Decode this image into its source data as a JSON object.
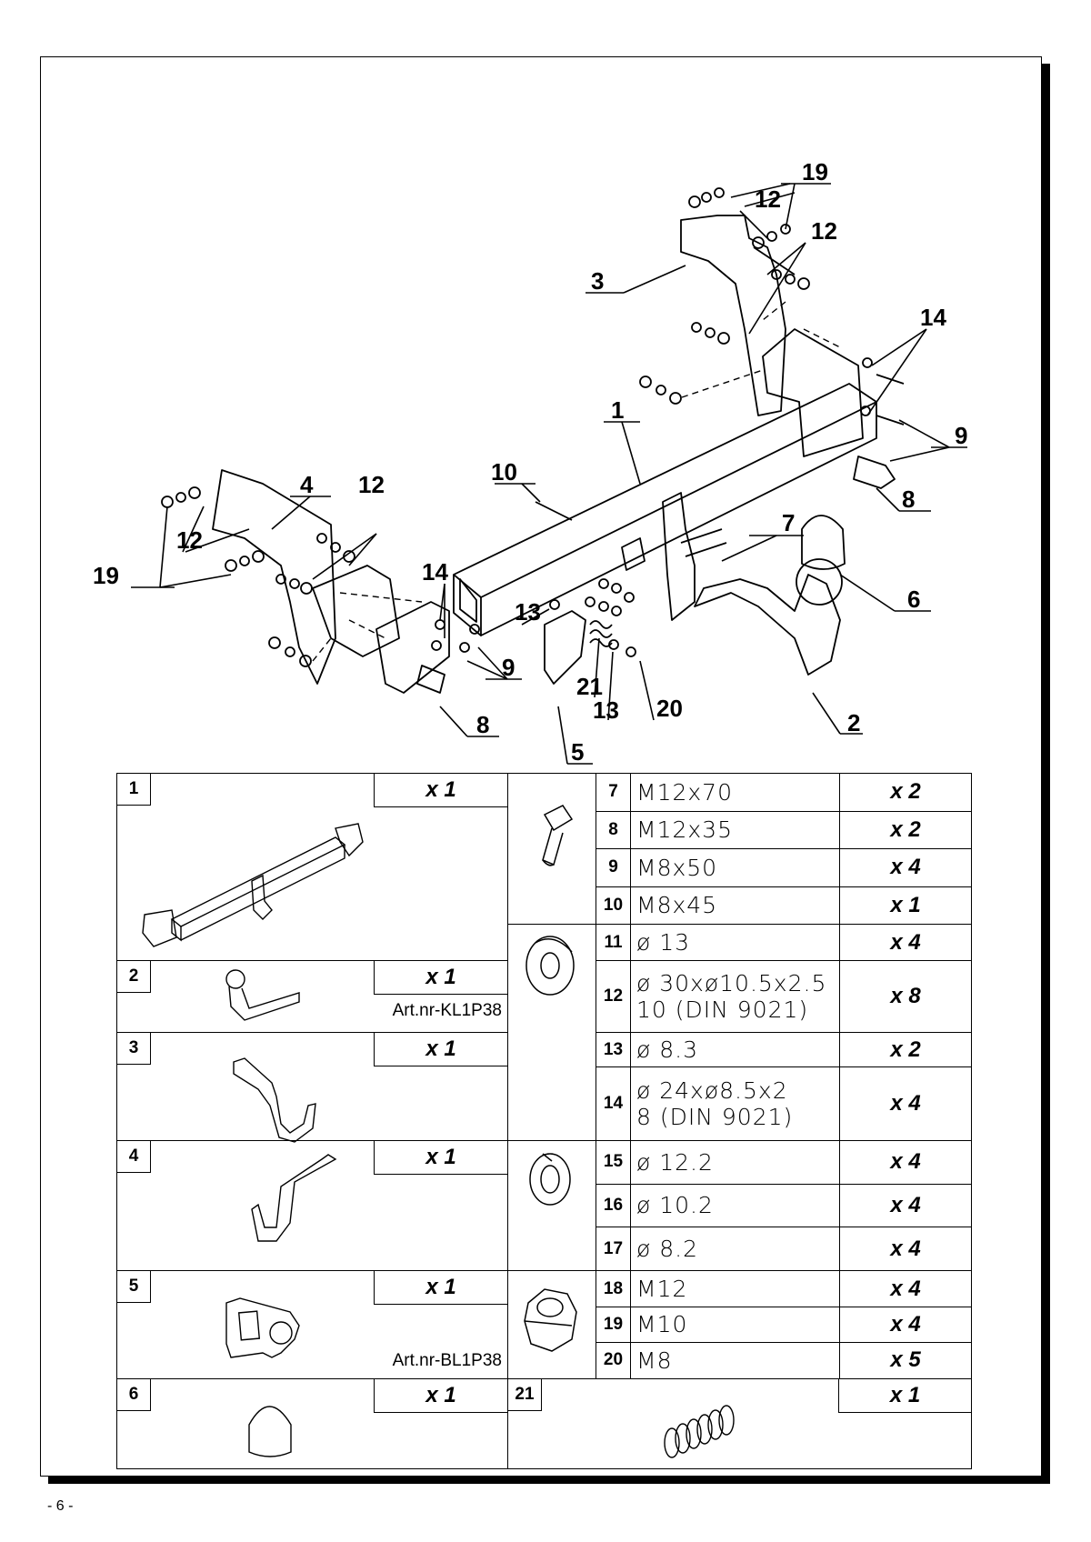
{
  "page_number": "- 6 -",
  "callouts": {
    "c1": "1",
    "c2": "2",
    "c3": "3",
    "c4": "4",
    "c5": "5",
    "c6": "6",
    "c7": "7",
    "c8a": "8",
    "c8b": "8",
    "c9a": "9",
    "c9b": "9",
    "c10": "10",
    "c12a": "12",
    "c12b": "12",
    "c12c": "12",
    "c12d": "12",
    "c13a": "13",
    "c13b": "13",
    "c14a": "14",
    "c14b": "14",
    "c19a": "19",
    "c19b": "19",
    "c20": "20",
    "c21": "21"
  },
  "parts_left": [
    {
      "num": "1",
      "qty": "x 1",
      "art": ""
    },
    {
      "num": "2",
      "qty": "x 1",
      "art": "Art.nr-KL1P38"
    },
    {
      "num": "3",
      "qty": "x 1",
      "art": ""
    },
    {
      "num": "4",
      "qty": "x 1",
      "art": ""
    },
    {
      "num": "5",
      "qty": "x 1",
      "art": "Art.nr-BL1P38"
    },
    {
      "num": "6",
      "qty": "x 1",
      "art": ""
    }
  ],
  "parts_right": [
    {
      "num": "7",
      "spec": "M12x70",
      "spec2": "",
      "qty": "x 2"
    },
    {
      "num": "8",
      "spec": "M12x35",
      "spec2": "",
      "qty": "x 2"
    },
    {
      "num": "9",
      "spec": "M8x50",
      "spec2": "",
      "qty": "x 4"
    },
    {
      "num": "10",
      "spec": "M8x45",
      "spec2": "",
      "qty": "x 1"
    },
    {
      "num": "11",
      "spec": "ø 13",
      "spec2": "",
      "qty": "x 4"
    },
    {
      "num": "12",
      "spec": "ø 30xø10.5x2.5",
      "spec2": "10   (DIN 9021)",
      "qty": "x 8"
    },
    {
      "num": "13",
      "spec": "ø 8.3",
      "spec2": "",
      "qty": "x 2"
    },
    {
      "num": "14",
      "spec": "ø 24xø8.5x2",
      "spec2": "8    (DIN 9021)",
      "qty": "x 4"
    },
    {
      "num": "15",
      "spec": "ø 12.2",
      "spec2": "",
      "qty": "x 4"
    },
    {
      "num": "16",
      "spec": "ø 10.2",
      "spec2": "",
      "qty": "x 4"
    },
    {
      "num": "17",
      "spec": "ø 8.2",
      "spec2": "",
      "qty": "x 4"
    },
    {
      "num": "18",
      "spec": "M12",
      "spec2": "",
      "qty": "x 4"
    },
    {
      "num": "19",
      "spec": "M10",
      "spec2": "",
      "qty": "x 4"
    },
    {
      "num": "20",
      "spec": "M8",
      "spec2": "",
      "qty": "x 5"
    }
  ],
  "part_21": {
    "num": "21",
    "qty": "x 1"
  }
}
